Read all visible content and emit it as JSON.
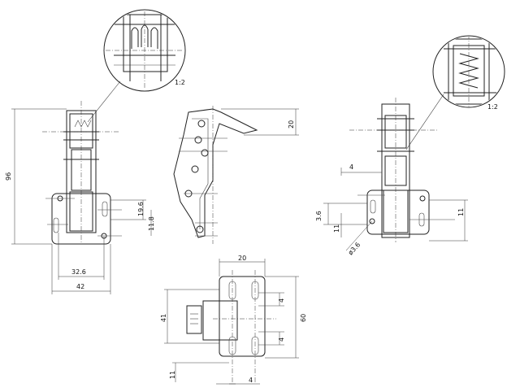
{
  "dimensions": {
    "front_height": "96",
    "front_hole_offset": "19.6",
    "front_hole_lower": "11.8",
    "front_width_inner": "32.6",
    "front_width_outer": "42",
    "side_height": "20",
    "right_width": "4",
    "right_offset": "3.6",
    "right_lower": "11",
    "right_hole_dia": "ø3.6",
    "right_right": "11",
    "plate_top_width": "20",
    "plate_height": "41",
    "plate_gap_top": "4",
    "plate_total": "60",
    "plate_gap_bottom": "4",
    "plate_bottom_left": "11",
    "plate_bottom_width": "4"
  },
  "detail_views": {
    "left_scale": "1:2",
    "right_scale": "1:2"
  }
}
